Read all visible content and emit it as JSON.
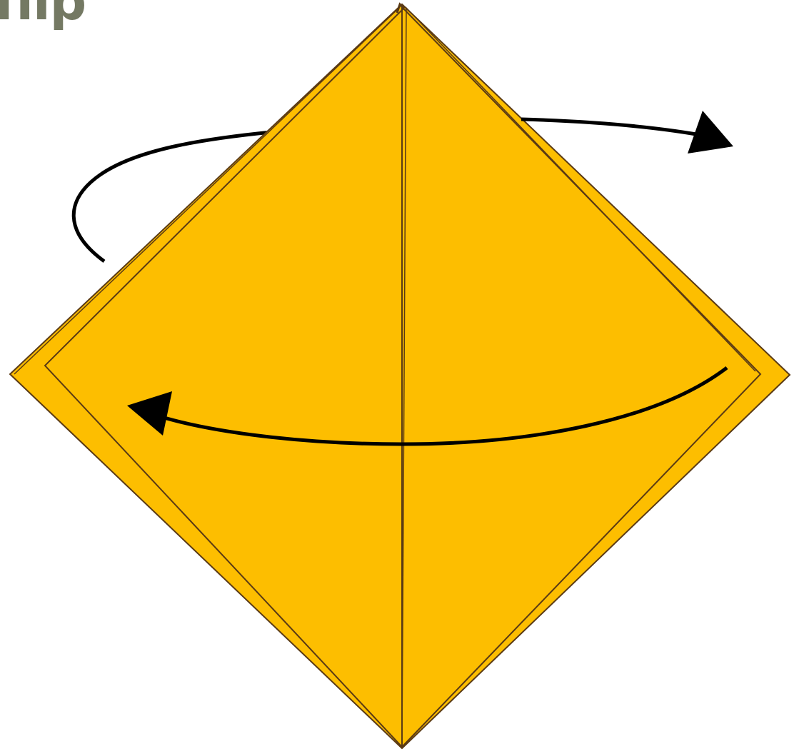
{
  "title": "flip",
  "colors": {
    "title": "#747963",
    "paper": "#FDBE00",
    "crease": "#5A3A14",
    "arrow": "#000000"
  },
  "diagram": {
    "layers": [
      "back-flap-layer",
      "front-flap-layer",
      "center-crease"
    ],
    "arrows": [
      {
        "name": "flip-arrow-top",
        "direction": "right",
        "icon": "curved-arrow-right"
      },
      {
        "name": "flip-arrow-middle",
        "direction": "left",
        "icon": "curved-arrow-left"
      }
    ]
  }
}
